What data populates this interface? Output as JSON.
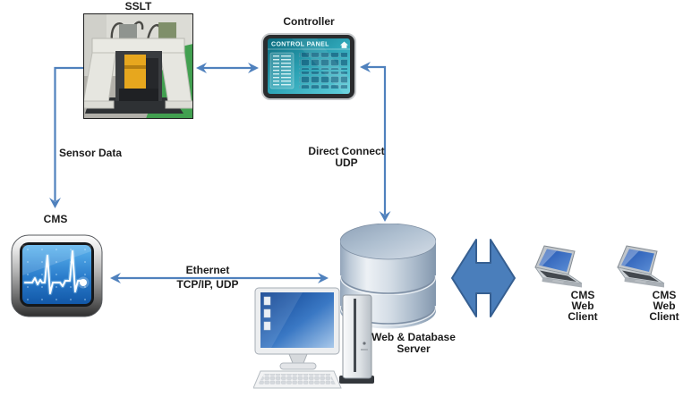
{
  "diagram": {
    "title_none": "",
    "colors": {
      "background": "#ffffff",
      "connector_blue": "#4f81bd",
      "big_arrow_fill": "#4a7ebb",
      "big_arrow_border": "#365f91",
      "label_text": "#1c1c1c",
      "controller_screen": "#2da4b6",
      "cms_screen_blue": "#1f6fc0",
      "db_silver_blue": "#bcc9d7"
    },
    "nodes": {
      "sslt": {
        "label": "SSLT"
      },
      "controller": {
        "label": "Controller",
        "screen_title": "CONTROL PANEL"
      },
      "cms": {
        "label": "CMS"
      },
      "server": {
        "label_line1": "Web & Database",
        "label_line2": "Server"
      },
      "client1": {
        "line1": "CMS",
        "line2": "Web",
        "line3": "Client"
      },
      "client2": {
        "line1": "CMS",
        "line2": "Web",
        "line3": "Client"
      }
    },
    "edges": {
      "sensor_data": {
        "label": "Sensor Data"
      },
      "direct_connect": {
        "label_line1": "Direct Connect",
        "label_line2": "UDP"
      },
      "ethernet": {
        "label_line1": "Ethernet",
        "label_line2": "TCP/IP, UDP"
      }
    }
  }
}
